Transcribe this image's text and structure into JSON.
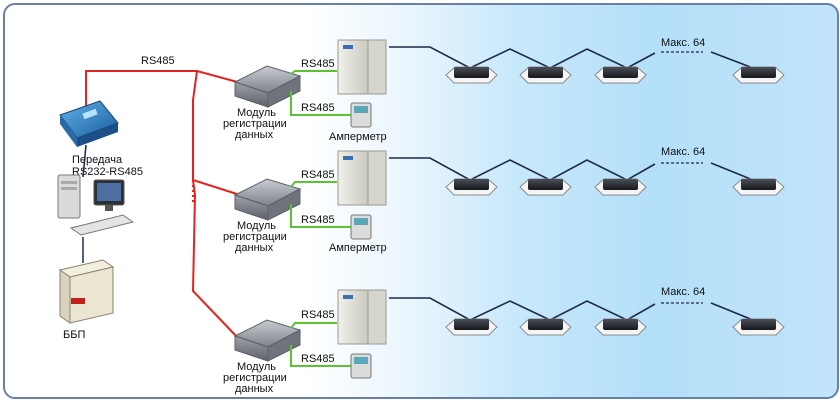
{
  "labels": {
    "rs485_top": "RS485",
    "rs485": "RS485",
    "converter_caption_1": "Передача",
    "converter_caption_2": "RS232-RS485",
    "ups_caption": "ББП",
    "module_line1": "Модуль",
    "module_line2": "регистрации",
    "module_line3": "данных",
    "ammeter": "Амперметр",
    "max_units": "Макс. 64"
  },
  "colors": {
    "red_line": "#e3231f",
    "green_line": "#5bc236",
    "dark_line": "#1e2a4a",
    "frame": "#6a7fa6"
  },
  "icons": [
    "converter-icon",
    "computer-icon",
    "ups-icon",
    "data-module-icon",
    "outdoor-unit-icon",
    "ammeter-icon",
    "cassette-indoor-unit-icon"
  ]
}
